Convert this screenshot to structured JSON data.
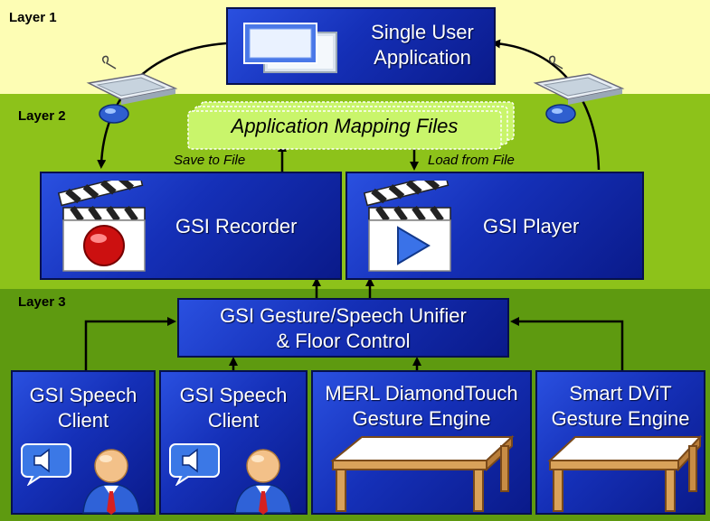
{
  "layers": {
    "layer1_label": "Layer 1",
    "layer2_label": "Layer 2",
    "layer3_label": "Layer 3"
  },
  "colors": {
    "layer1_bg": "#fdfdb4",
    "layer2_bg": "#8dc21a",
    "layer3_bg": "#5e9a10",
    "box_blue": "#1a36c4",
    "mapping_green": "#c9f56b"
  },
  "boxes": {
    "app_line1": "Single User",
    "app_line2": "Application",
    "recorder": "GSI Recorder",
    "player": "GSI Player",
    "unifier_line1": "GSI Gesture/Speech Unifier",
    "unifier_line2": "& Floor Control",
    "speech1_line1": "GSI Speech",
    "speech1_line2": "Client",
    "speech2_line1": "GSI Speech",
    "speech2_line2": "Client",
    "merl_line1": "MERL DiamondTouch",
    "merl_line2": "Gesture Engine",
    "smart_line1": "Smart DViT",
    "smart_line2": "Gesture Engine"
  },
  "mapping": {
    "title": "Application Mapping Files",
    "save_label": "Save to File",
    "load_label": "Load from File"
  },
  "icons": [
    "window-icon",
    "keyboard-mouse-icon",
    "clapperboard-record-icon",
    "clapperboard-play-icon",
    "speaker-icon",
    "user-icon",
    "table-icon"
  ]
}
